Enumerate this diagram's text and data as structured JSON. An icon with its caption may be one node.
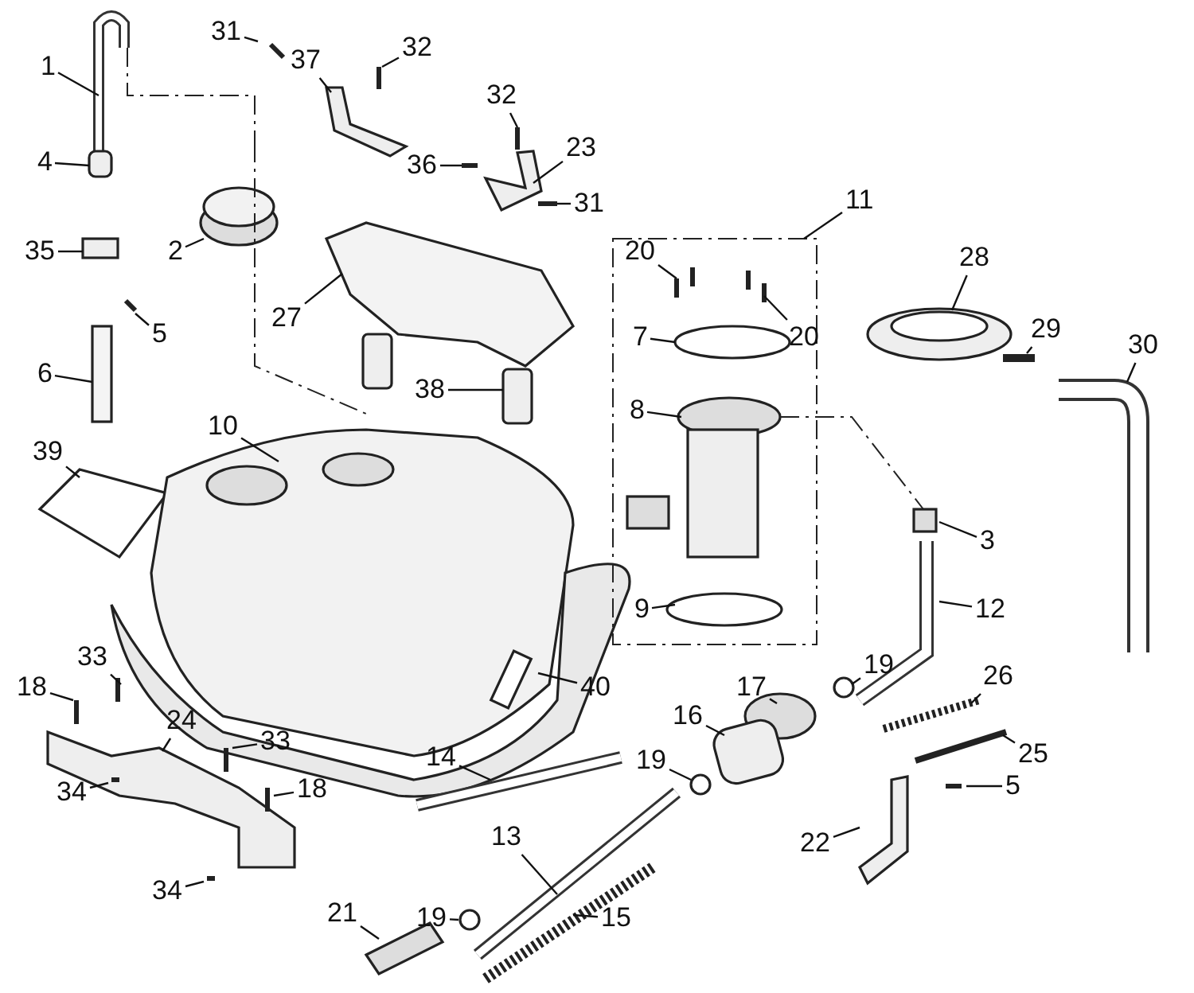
{
  "diagram": {
    "nodes": [
      {
        "text": [
          "1"
        ]
      },
      {
        "text": [
          "31"
        ]
      },
      {
        "text": [
          "37"
        ]
      },
      {
        "text": [
          "32"
        ]
      },
      {
        "text": [
          "32"
        ]
      },
      {
        "text": [
          "36"
        ]
      },
      {
        "text": [
          "23"
        ]
      },
      {
        "text": [
          "31"
        ]
      },
      {
        "text": [
          "4"
        ]
      },
      {
        "text": [
          "2"
        ]
      },
      {
        "text": [
          "35"
        ]
      },
      {
        "text": [
          "5"
        ]
      },
      {
        "text": [
          "27"
        ]
      },
      {
        "text": [
          "11"
        ]
      },
      {
        "text": [
          "20"
        ]
      },
      {
        "text": [
          "20"
        ]
      },
      {
        "text": [
          "28"
        ]
      },
      {
        "text": [
          "29"
        ]
      },
      {
        "text": [
          "30"
        ]
      },
      {
        "text": [
          "6"
        ]
      },
      {
        "text": [
          "7"
        ]
      },
      {
        "text": [
          "38"
        ]
      },
      {
        "text": [
          "8"
        ]
      },
      {
        "text": [
          "39"
        ]
      },
      {
        "text": [
          "10"
        ]
      },
      {
        "text": [
          "3"
        ]
      },
      {
        "text": [
          "9"
        ]
      },
      {
        "text": [
          "12"
        ]
      },
      {
        "text": [
          "40"
        ]
      },
      {
        "text": [
          "19"
        ]
      },
      {
        "text": [
          "26"
        ]
      },
      {
        "text": [
          "17"
        ]
      },
      {
        "text": [
          "18"
        ]
      },
      {
        "text": [
          "33"
        ]
      },
      {
        "text": [
          "24"
        ]
      },
      {
        "text": [
          "33"
        ]
      },
      {
        "text": [
          "16"
        ]
      },
      {
        "text": [
          "14"
        ]
      },
      {
        "text": [
          "25"
        ]
      },
      {
        "text": [
          "19"
        ]
      },
      {
        "text": [
          "5"
        ]
      },
      {
        "text": [
          "18"
        ]
      },
      {
        "text": [
          "34"
        ]
      },
      {
        "text": [
          "22"
        ]
      },
      {
        "text": [
          "13"
        ]
      },
      {
        "text": [
          "34"
        ]
      },
      {
        "text": [
          "21"
        ]
      },
      {
        "text": [
          "19"
        ]
      },
      {
        "text": [
          "15"
        ]
      }
    ],
    "edges": [
      {
        "from": 0,
        "to": null,
        "arrow": "none"
      },
      {
        "from": 1,
        "to": null,
        "arrow": "none"
      },
      {
        "from": 2,
        "to": null,
        "arrow": "none"
      },
      {
        "from": 3,
        "to": null,
        "arrow": "none"
      },
      {
        "from": 4,
        "to": null,
        "arrow": "none"
      },
      {
        "from": 5,
        "to": null,
        "arrow": "none"
      },
      {
        "from": 6,
        "to": null,
        "arrow": "none"
      },
      {
        "from": 7,
        "to": null,
        "arrow": "none"
      },
      {
        "from": 8,
        "to": null,
        "arrow": "none"
      },
      {
        "from": 9,
        "to": null,
        "arrow": "none"
      },
      {
        "from": 10,
        "to": null,
        "arrow": "none"
      },
      {
        "from": 11,
        "to": null,
        "arrow": "none"
      },
      {
        "from": 12,
        "to": null,
        "arrow": "none"
      },
      {
        "from": 13,
        "to": null,
        "arrow": "none"
      },
      {
        "from": 14,
        "to": null,
        "arrow": "none"
      },
      {
        "from": 15,
        "to": null,
        "arrow": "none"
      },
      {
        "from": 16,
        "to": null,
        "arrow": "none"
      },
      {
        "from": 17,
        "to": null,
        "arrow": "none"
      },
      {
        "from": 18,
        "to": null,
        "arrow": "none"
      },
      {
        "from": 19,
        "to": null,
        "arrow": "none"
      },
      {
        "from": 20,
        "to": null,
        "arrow": "none"
      },
      {
        "from": 21,
        "to": null,
        "arrow": "none"
      },
      {
        "from": 22,
        "to": null,
        "arrow": "none"
      },
      {
        "from": 23,
        "to": null,
        "arrow": "none"
      },
      {
        "from": 24,
        "to": null,
        "arrow": "none"
      },
      {
        "from": 25,
        "to": null,
        "arrow": "none"
      },
      {
        "from": 26,
        "to": null,
        "arrow": "none"
      },
      {
        "from": 27,
        "to": null,
        "arrow": "none"
      },
      {
        "from": 28,
        "to": null,
        "arrow": "none"
      },
      {
        "from": 29,
        "to": null,
        "arrow": "none"
      },
      {
        "from": 30,
        "to": null,
        "arrow": "none"
      },
      {
        "from": 31,
        "to": null,
        "arrow": "none"
      },
      {
        "from": 32,
        "to": null,
        "arrow": "none"
      },
      {
        "from": 33,
        "to": null,
        "arrow": "none"
      },
      {
        "from": 34,
        "to": null,
        "arrow": "none"
      },
      {
        "from": 35,
        "to": null,
        "arrow": "none"
      },
      {
        "from": 36,
        "to": null,
        "arrow": "none"
      },
      {
        "from": 37,
        "to": null,
        "arrow": "none"
      },
      {
        "from": 38,
        "to": null,
        "arrow": "none"
      },
      {
        "from": 39,
        "to": null,
        "arrow": "none"
      },
      {
        "from": 40,
        "to": null,
        "arrow": "none"
      },
      {
        "from": 41,
        "to": null,
        "arrow": "none"
      },
      {
        "from": 42,
        "to": null,
        "arrow": "none"
      },
      {
        "from": 43,
        "to": null,
        "arrow": "none"
      },
      {
        "from": 44,
        "to": null,
        "arrow": "none"
      },
      {
        "from": 45,
        "to": null,
        "arrow": "none"
      },
      {
        "from": 46,
        "to": null,
        "arrow": "none"
      },
      {
        "from": 47,
        "to": null,
        "arrow": "none"
      },
      {
        "from": 48,
        "to": null,
        "arrow": "none"
      }
    ]
  }
}
